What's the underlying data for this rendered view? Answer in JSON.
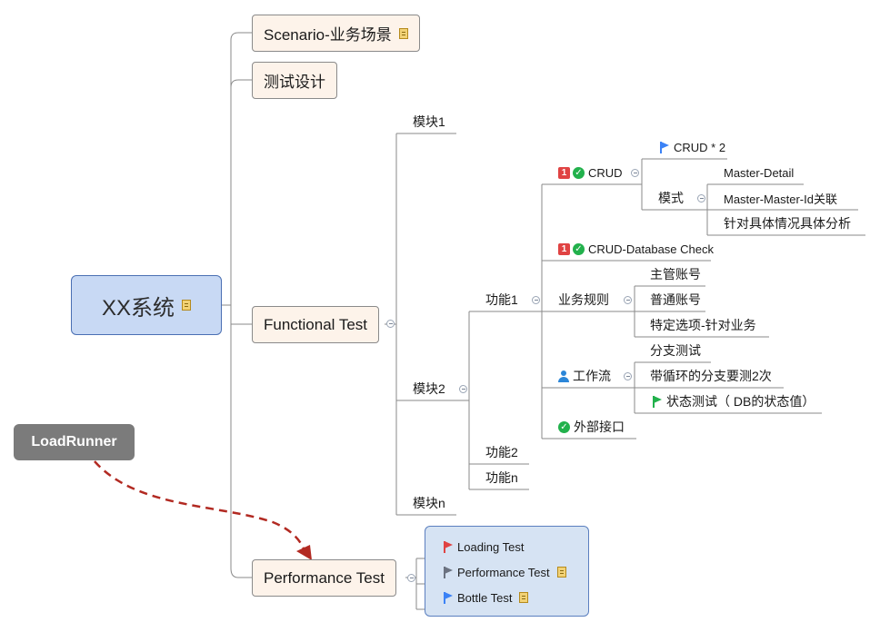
{
  "central": {
    "title": "XX系统"
  },
  "floating": {
    "label": "LoadRunner"
  },
  "branches": {
    "scenario": "Scenario-业务场景",
    "design": "测试设计",
    "functional": "Functional Test",
    "performance": "Performance Test"
  },
  "modules": {
    "m1": "模块1",
    "m2": "模块2",
    "mn": "模块n"
  },
  "functions": {
    "f1": "功能1",
    "f2": "功能2",
    "fn": "功能n"
  },
  "crud": {
    "label": "CRUD",
    "priority": "1",
    "count": "CRUD * 2",
    "mode": "模式",
    "modes": [
      "Master-Detail",
      "Master-Master-Id关联",
      "针对具体情况具体分析"
    ]
  },
  "crud_db": {
    "label": "CRUD-Database Check",
    "priority": "1"
  },
  "rules": {
    "label": "业务规则",
    "items": [
      "主管账号",
      "普通账号",
      "特定选项-针对业务"
    ]
  },
  "workflow": {
    "label": "工作流",
    "items": [
      "分支测试",
      "带循环的分支要测2次",
      "状态测试（ DB的状态值）"
    ]
  },
  "external": {
    "label": "外部接口"
  },
  "perf_items": [
    "Loading Test",
    "Performance Test",
    "Bottle Test"
  ],
  "colors": {
    "central_fill": "#c8d9f4",
    "topic_fill": "#fdf3ea",
    "float_fill": "#7b7b7b",
    "arrow": "#b22a22",
    "flag_red": "#e04343",
    "flag_gray": "#6b7280",
    "flag_blue": "#3b82f6",
    "flag_green": "#22b14c"
  }
}
